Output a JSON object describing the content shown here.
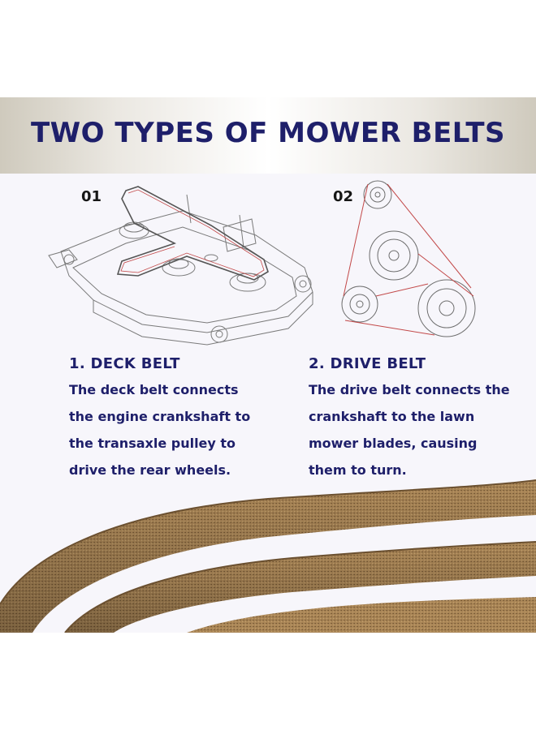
{
  "header": {
    "title": "TWO TYPES OF MOWER BELTS"
  },
  "deck_belt": {
    "step": "01",
    "heading": "1. DECK BELT",
    "lines": [
      "The deck belt connects",
      "the engine crankshaft to",
      "the transaxle pulley to",
      "drive the rear wheels."
    ]
  },
  "drive_belt": {
    "step": "02",
    "heading": "2. DRIVE BELT",
    "lines": [
      "The drive belt connects the",
      "crankshaft to the lawn",
      "mower blades, causing",
      "them to turn."
    ]
  },
  "colors": {
    "title": "#1e1f6a",
    "belt": "#a98556",
    "belt_line": "#c24848"
  }
}
